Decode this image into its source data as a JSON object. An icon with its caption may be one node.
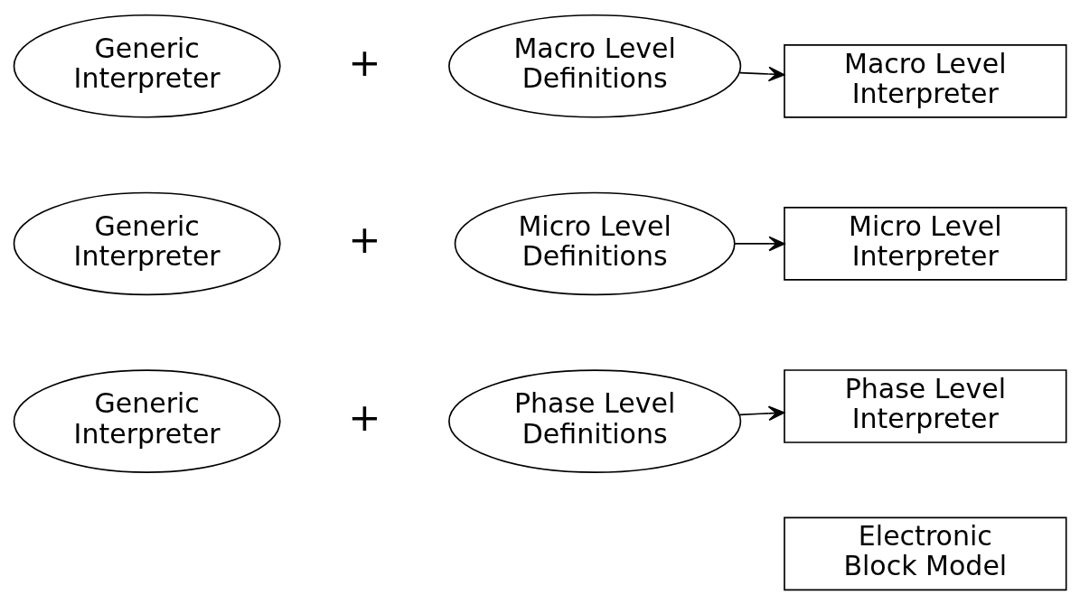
{
  "diagram": {
    "nodes": [
      {
        "text": [
          "Generic Interpreter"
        ]
      },
      {
        "text": [
          "Macro Level Definitions"
        ]
      },
      {
        "text": [
          "Macro Level Interpreter"
        ]
      },
      {
        "text": [
          "Generic Interpreter"
        ]
      },
      {
        "text": [
          "Micro Level Definitions"
        ]
      },
      {
        "text": [
          "Micro Level Interpreter"
        ]
      },
      {
        "text": [
          "Generic Interpreter"
        ]
      },
      {
        "text": [
          "Phase Level Definitions"
        ]
      },
      {
        "text": [
          "Phase Level Interpreter"
        ]
      },
      {
        "text": [
          "Electronic Block Model"
        ]
      }
    ],
    "edges": [
      {
        "from": 1,
        "to": 2,
        "arrow": "to"
      },
      {
        "from": 4,
        "to": 5,
        "arrow": "to"
      },
      {
        "from": 7,
        "to": 8,
        "arrow": "to"
      }
    ],
    "labels": [
      "+",
      "+",
      "+"
    ]
  }
}
